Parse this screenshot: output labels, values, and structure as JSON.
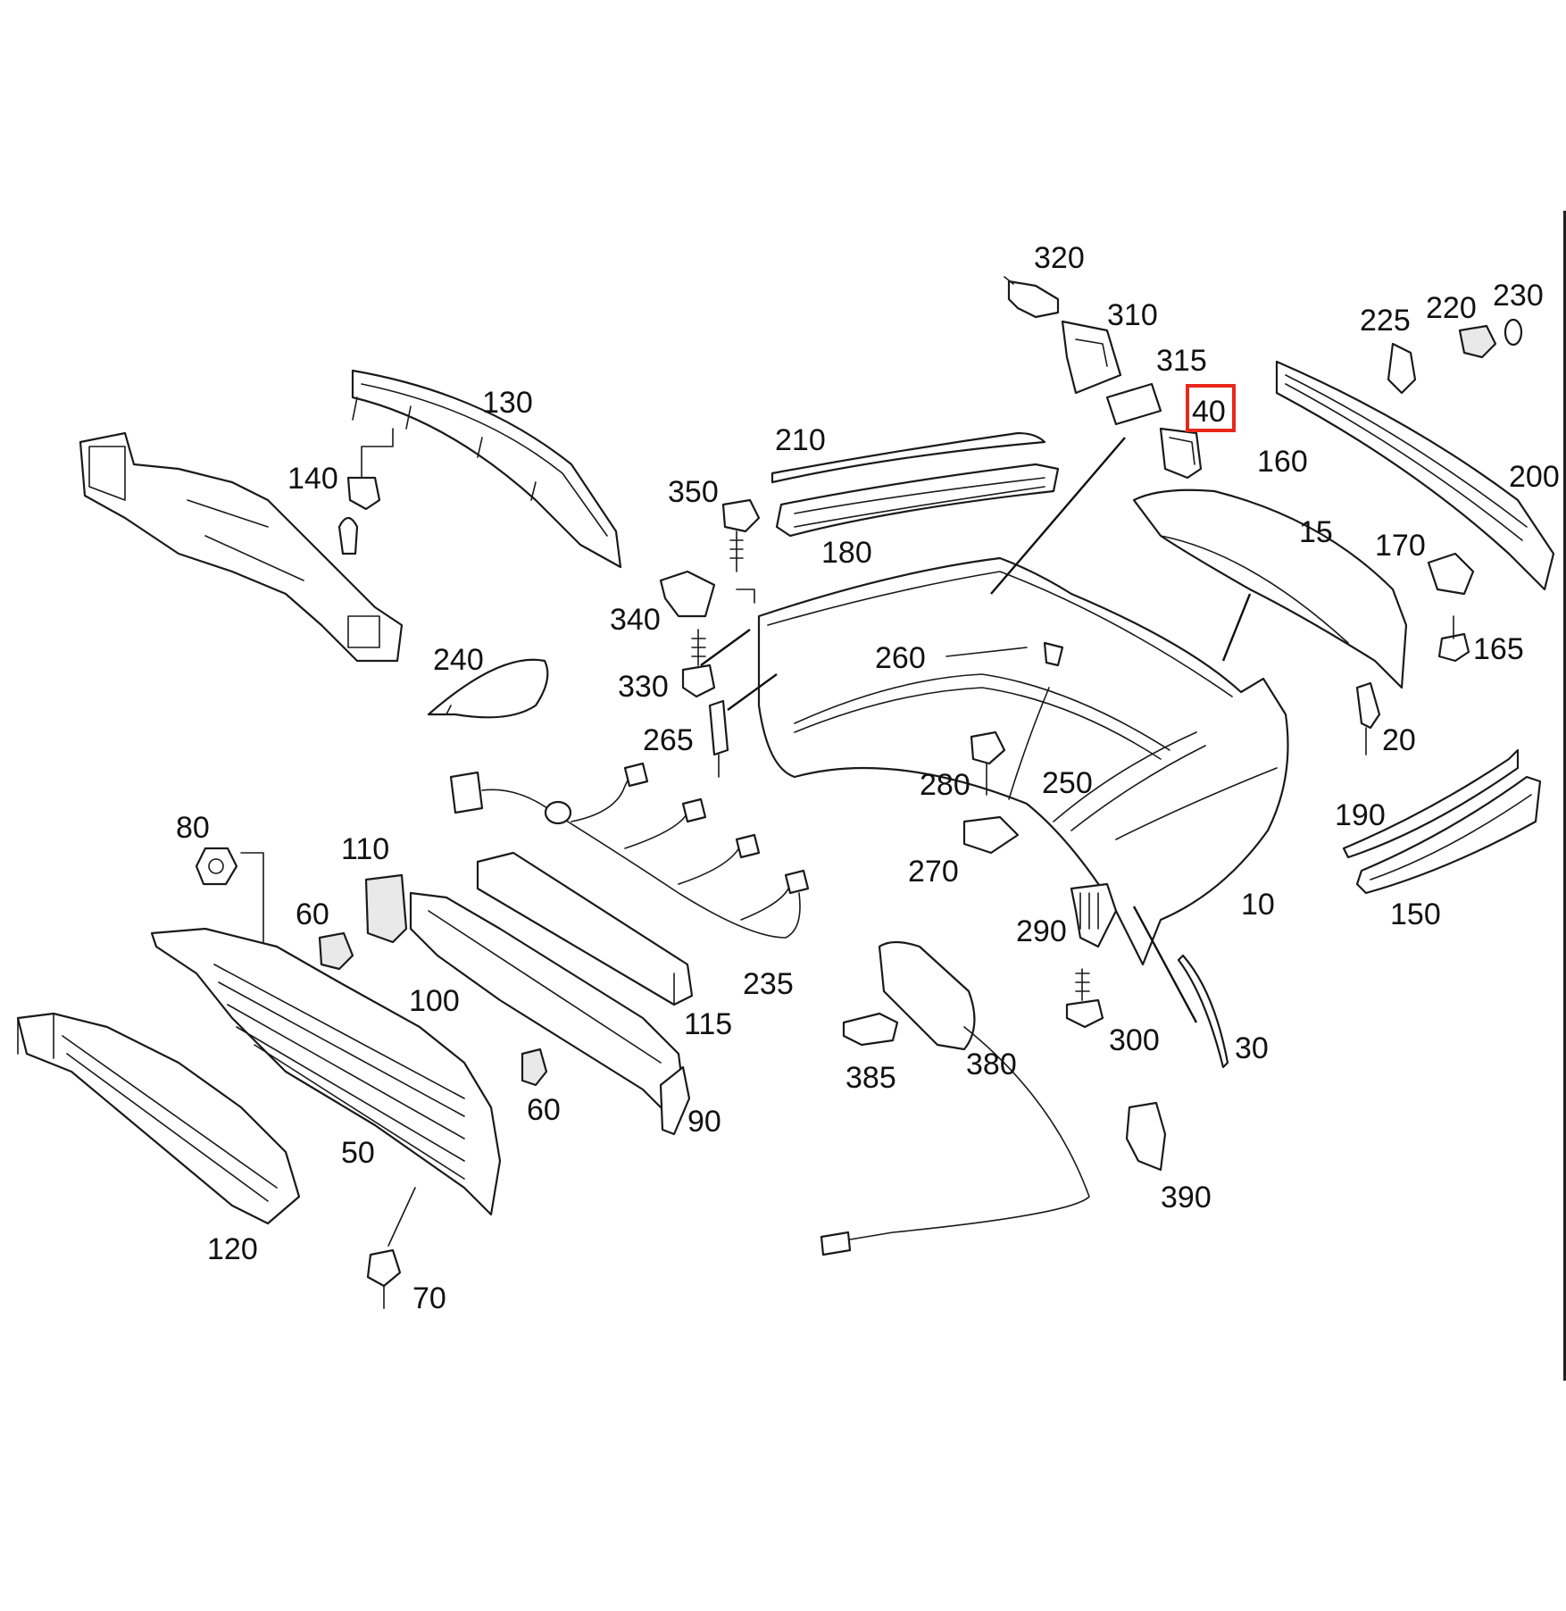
{
  "diagram": {
    "highlight_color": "#e8271b",
    "highlighted_callout": "40",
    "callouts": {
      "c320": "320",
      "c310": "310",
      "c315": "315",
      "c40": "40",
      "c225": "225",
      "c220": "220",
      "c230": "230",
      "c160": "160",
      "c200": "200",
      "c130": "130",
      "c140": "140",
      "c210": "210",
      "c180": "180",
      "c350": "350",
      "c15": "15",
      "c170": "170",
      "c165": "165",
      "c340": "340",
      "c240": "240",
      "c330": "330",
      "c260": "260",
      "c265": "265",
      "c20": "20",
      "c280": "280",
      "c250": "250",
      "c190": "190",
      "c80": "80",
      "c110": "110",
      "c270": "270",
      "c60a": "60",
      "c10": "10",
      "c150": "150",
      "c290": "290",
      "c100": "100",
      "c235": "235",
      "c115": "115",
      "c300": "300",
      "c30": "30",
      "c385": "385",
      "c380": "380",
      "c60b": "60",
      "c90": "90",
      "c50": "50",
      "c120": "120",
      "c390": "390",
      "c70": "70"
    }
  }
}
